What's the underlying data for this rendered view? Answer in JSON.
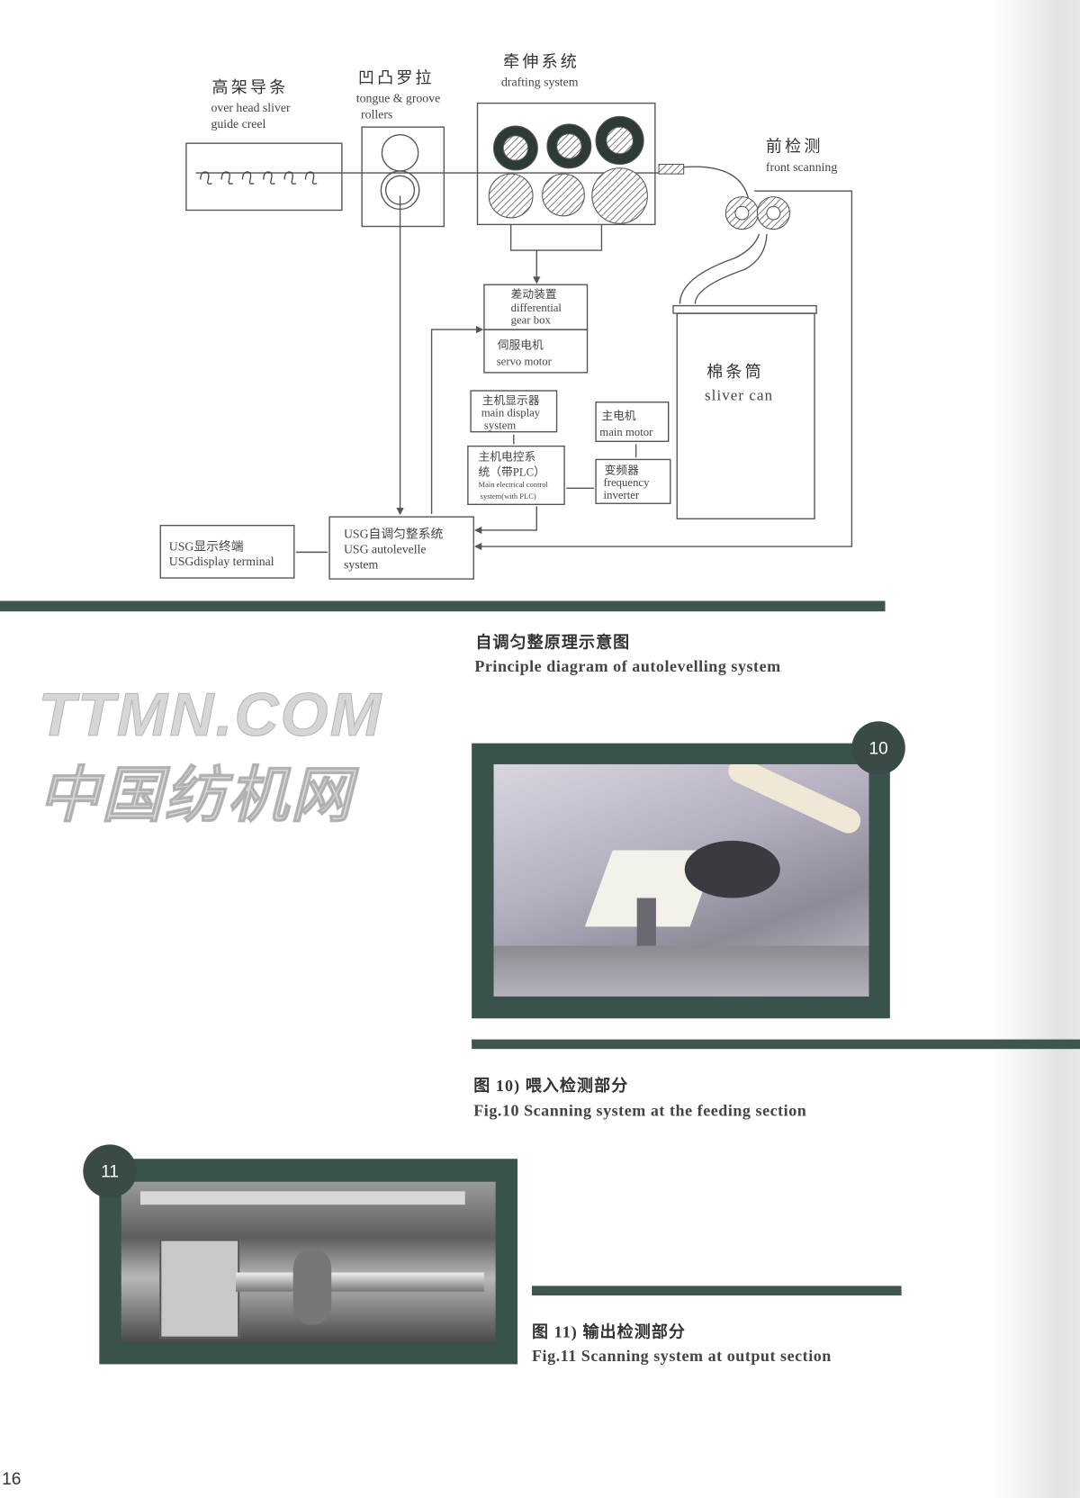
{
  "diagram": {
    "creel": {
      "cn": "高架导条",
      "en1": "over head sliver",
      "en2": "guide creel"
    },
    "tongue": {
      "cn": "凹凸罗拉",
      "en1": "tongue & groove",
      "en2": "rollers"
    },
    "drafting": {
      "cn": "牵伸系统",
      "en": "drafting system"
    },
    "front_scan": {
      "cn": "前检测",
      "en": "front scanning"
    },
    "sliver_can": {
      "cn": "棉条筒",
      "en": "sliver can"
    },
    "diff_gear": {
      "cn": "差动装置",
      "en1": "differential",
      "en2": "gear box"
    },
    "servo": {
      "cn": "伺服电机",
      "en": "servo motor"
    },
    "main_display": {
      "cn": "主机显示器",
      "en1": "main display",
      "en2": "system"
    },
    "main_motor": {
      "cn": "主电机",
      "en": "main motor"
    },
    "plc": {
      "cn1": "主机电控系",
      "cn2": "统（带PLC）",
      "en1": "Main electrical control",
      "en2": "system(with PLC)"
    },
    "inverter": {
      "cn": "变频器",
      "en1": "frequency",
      "en2": "inverter"
    },
    "usg_auto": {
      "cn": "USG自调匀整系统",
      "en1": "USG autolevelle",
      "en2": "system"
    },
    "usg_display": {
      "cn": "USG显示终端",
      "en": "USGdisplay terminal"
    }
  },
  "diagram_caption": {
    "cn": "自调匀整原理示意图",
    "en": "Principle diagram of autolevelling system"
  },
  "watermark": {
    "line1": "TTMN.COM",
    "line2": "中国纺机网"
  },
  "fig10": {
    "badge": "10",
    "cn": "图 10)  喂入检测部分",
    "en": "Fig.10  Scanning system at the feeding section"
  },
  "fig11": {
    "badge": "11",
    "cn": "图 11)  输出检测部分",
    "en": "Fig.11  Scanning system at output section"
  },
  "page_number": "16",
  "colors": {
    "accent": "#3e5550",
    "frame": "#3a524c"
  }
}
